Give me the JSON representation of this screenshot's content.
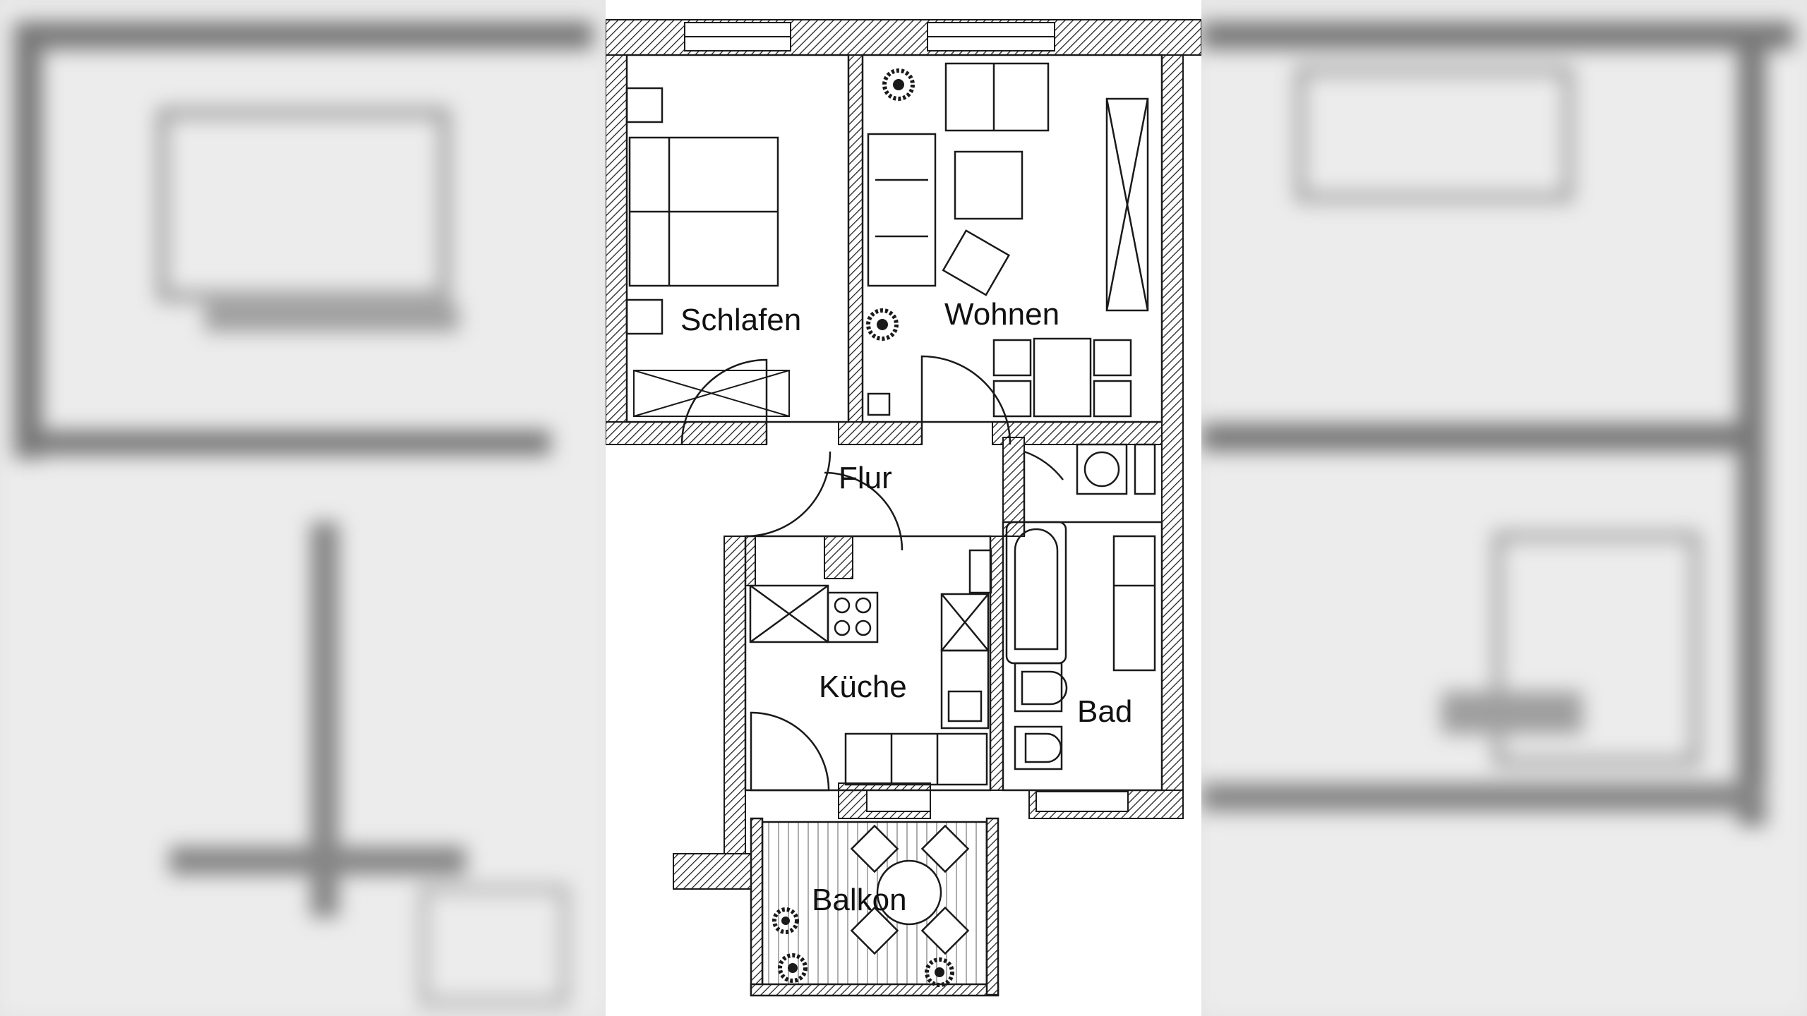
{
  "rooms": {
    "schlafen": "Schlafen",
    "wohnen": "Wohnen",
    "flur": "Flur",
    "kueche": "Küche",
    "bad": "Bad",
    "balkon": "Balkon"
  },
  "colors": {
    "ink": "#1a1a1a",
    "paper": "#ffffff",
    "backdrop": "#d9d9d9"
  },
  "icons": [
    "plant-icon",
    "bed-icon",
    "sofa-icon",
    "armchair-icon",
    "table-icon",
    "stove-icon",
    "sink-icon",
    "bathtub-icon",
    "toilet-icon",
    "washbasin-icon",
    "washing-machine-icon"
  ]
}
